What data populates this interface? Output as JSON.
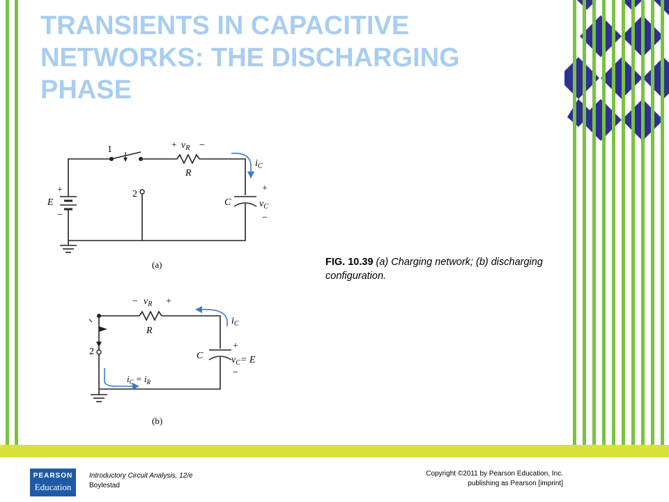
{
  "slide": {
    "title": "TRANSIENTS IN CAPACITIVE NETWORKS: THE DISCHARGING PHASE"
  },
  "figure": {
    "label": "FIG. 10.39",
    "text": " (a) Charging network; (b) discharging configuration.",
    "circuit_a": {
      "switch_pos1": "1",
      "switch_pos2": "2",
      "source": "E",
      "plus": "+",
      "minus": "−",
      "vR": "v",
      "vR_sub": "R",
      "R": "R",
      "C": "C",
      "iC": "i",
      "iC_sub": "C",
      "vC": "v",
      "vC_sub": "C",
      "caption": "(a)"
    },
    "circuit_b": {
      "switch_pos2": "2",
      "plus": "+",
      "minus": "−",
      "vR": "v",
      "vR_sub": "R",
      "R": "R",
      "C": "C",
      "iC": "i",
      "iC_sub": "C",
      "vC": "v",
      "vC_sub": "C",
      "vC_eq": "= E",
      "iCiR_i1": "i",
      "iCiR_s1": "C",
      "iCiR_eq": " = i",
      "iCiR_s2": "R",
      "caption": "(b)"
    }
  },
  "footer": {
    "logo_line1": "PEARSON",
    "logo_line2": "Education",
    "book": "Introductory Circuit Analysis, 12/e",
    "author": "Boylestad",
    "copyright": "Copyright ©2011 by Pearson Education, Inc.",
    "publisher": "publishing as Pearson [imprint]"
  },
  "colors": {
    "title": "#a8cdf0",
    "green": "#7cc143",
    "yellow": "#d8e23a",
    "navy": "#2e3192",
    "arrow_blue": "#3a7cc8"
  }
}
